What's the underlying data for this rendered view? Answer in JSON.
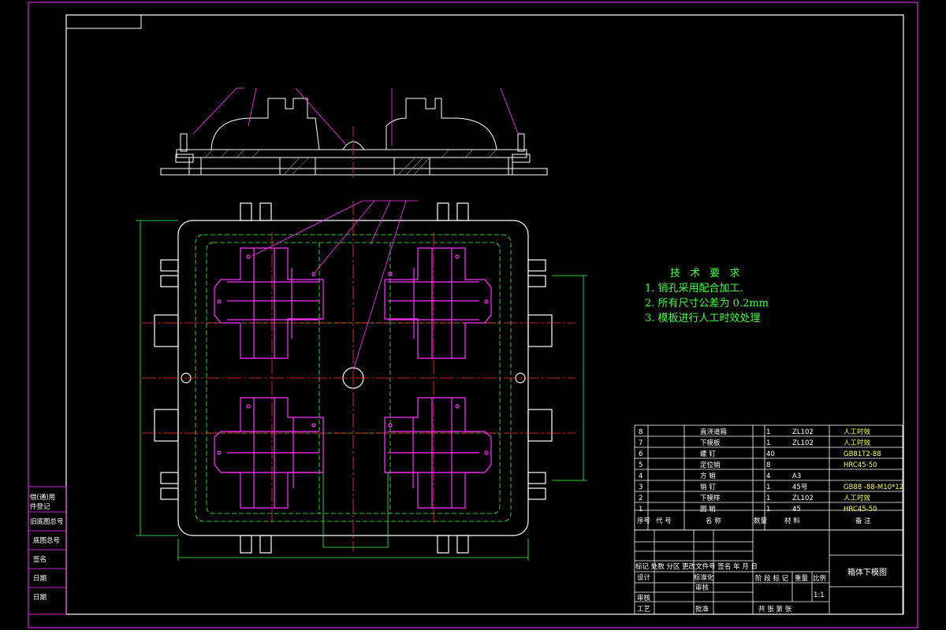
{
  "technical_requirements": {
    "title": "技 术 要 求",
    "items": [
      "1. 销孔采用配合加工.",
      "2. 所有尺寸公差为 0.2mm",
      "3. 模板进行人工时效处理"
    ]
  },
  "bom": {
    "rows": [
      {
        "no": "8",
        "name": "直浇道箱",
        "qty": "1",
        "material": "ZL102",
        "note": "人工时效"
      },
      {
        "no": "7",
        "name": "下模板",
        "qty": "1",
        "material": "ZL102",
        "note": "人工时效"
      },
      {
        "no": "6",
        "name": "螺 钉",
        "qty": "40",
        "material": "",
        "note": "GB81T2-88"
      },
      {
        "no": "5",
        "name": "定位销",
        "qty": "8",
        "material": "",
        "note": "HRC45-50"
      },
      {
        "no": "4",
        "name": "方 销",
        "qty": "4",
        "material": "A3",
        "note": ""
      },
      {
        "no": "3",
        "name": "销 钉",
        "qty": "1",
        "material": "45号",
        "note": "GB88 -88-M10*12"
      },
      {
        "no": "2",
        "name": "下模样",
        "qty": "1",
        "material": "ZL102",
        "note": "人工时效"
      },
      {
        "no": "1",
        "name": "圆 销",
        "qty": "1",
        "material": "45",
        "note": "HRC45-50"
      }
    ],
    "header": {
      "no": "序号",
      "code": "代 号",
      "name": "名 称",
      "qty": "数量",
      "material": "材 料",
      "note": "备 注"
    }
  },
  "title_block": {
    "drawing_title": "箱体下模图",
    "revision_row": "标记 处数 分区 更改文件号 签名 年 月 日",
    "design": "设计",
    "standardize": "标准化",
    "check": "审核",
    "process": "工艺",
    "approve": "批准",
    "review": "审核",
    "stage_mark": "阶 段 标 记",
    "weight": "重量",
    "scale": "比例",
    "scale_value": "1:1",
    "sheets": "共 张 第 张"
  },
  "side_stamp": [
    "借(通)用",
    "件登记",
    "旧底图总号",
    "底图总号",
    "签名",
    "日期",
    "日期"
  ],
  "colors": {
    "frame": "#ff33ff",
    "outline": "#ffffff",
    "hidden": "#44ff44",
    "center": "#ff3333",
    "pattern": "#ff33ff",
    "text": "#44ff44",
    "bom_text": "#ffff55"
  }
}
